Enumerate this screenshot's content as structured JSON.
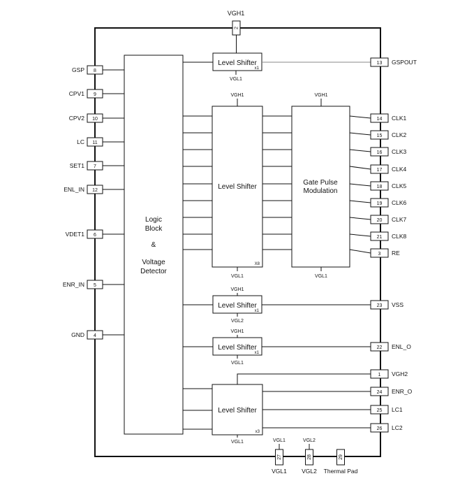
{
  "diagram": {
    "top_pin": {
      "number": "2",
      "label": "VGH1"
    },
    "left_pins": [
      {
        "number": "8",
        "label": "GSP"
      },
      {
        "number": "9",
        "label": "CPV1"
      },
      {
        "number": "10",
        "label": "CPV2"
      },
      {
        "number": "11",
        "label": "LC"
      },
      {
        "number": "7",
        "label": "SET1"
      },
      {
        "number": "12",
        "label": "ENL_IN"
      },
      {
        "number": "6",
        "label": "VDET1"
      },
      {
        "number": "5",
        "label": "ENR_IN"
      },
      {
        "number": "4",
        "label": "GND"
      }
    ],
    "right_pins": [
      {
        "number": "13",
        "label": "GSPOUT"
      },
      {
        "number": "14",
        "label": "CLK1"
      },
      {
        "number": "15",
        "label": "CLK2"
      },
      {
        "number": "16",
        "label": "CLK3"
      },
      {
        "number": "17",
        "label": "CLK4"
      },
      {
        "number": "18",
        "label": "CLK5"
      },
      {
        "number": "19",
        "label": "CLK6"
      },
      {
        "number": "20",
        "label": "CLK7"
      },
      {
        "number": "21",
        "label": "CLK8"
      },
      {
        "number": "3",
        "label": "RE"
      },
      {
        "number": "23",
        "label": "VSS"
      },
      {
        "number": "22",
        "label": "ENL_O"
      },
      {
        "number": "1",
        "label": "VGH2"
      },
      {
        "number": "24",
        "label": "ENR_O"
      },
      {
        "number": "25",
        "label": "LC1"
      },
      {
        "number": "26",
        "label": "LC2"
      }
    ],
    "bottom_pins": [
      {
        "number": "27",
        "label": "VGL1",
        "supply": "VGL1"
      },
      {
        "number": "28",
        "label": "VGL2",
        "supply": "VGL2"
      },
      {
        "number": "29",
        "label": "Thermal Pad"
      }
    ],
    "logic_block": {
      "line1": "Logic",
      "line2": "Block",
      "line3": "&",
      "line4": "Voltage",
      "line5": "Detector"
    },
    "gate_block": {
      "line1": "Gate Pulse",
      "line2": "Modulation",
      "supply_top": "VGH1",
      "supply_bottom": "VGL1"
    },
    "level_shifters": [
      {
        "label": "Level Shifter",
        "mult": "x1",
        "supply_bottom": "VGL1"
      },
      {
        "label": "Level Shifter",
        "mult": "X8",
        "supply_top": "VGH1",
        "supply_bottom": "VGL1"
      },
      {
        "label": "Level Shifter",
        "mult": "x1",
        "supply_top": "VGH1",
        "supply_bottom": "VGL2"
      },
      {
        "label": "Level Shifter",
        "mult": "x1",
        "supply_top": "VGH1",
        "supply_bottom": "VGL1"
      },
      {
        "label": "Level Shifter",
        "mult": "x3",
        "supply_bottom": "VGL1"
      }
    ]
  }
}
